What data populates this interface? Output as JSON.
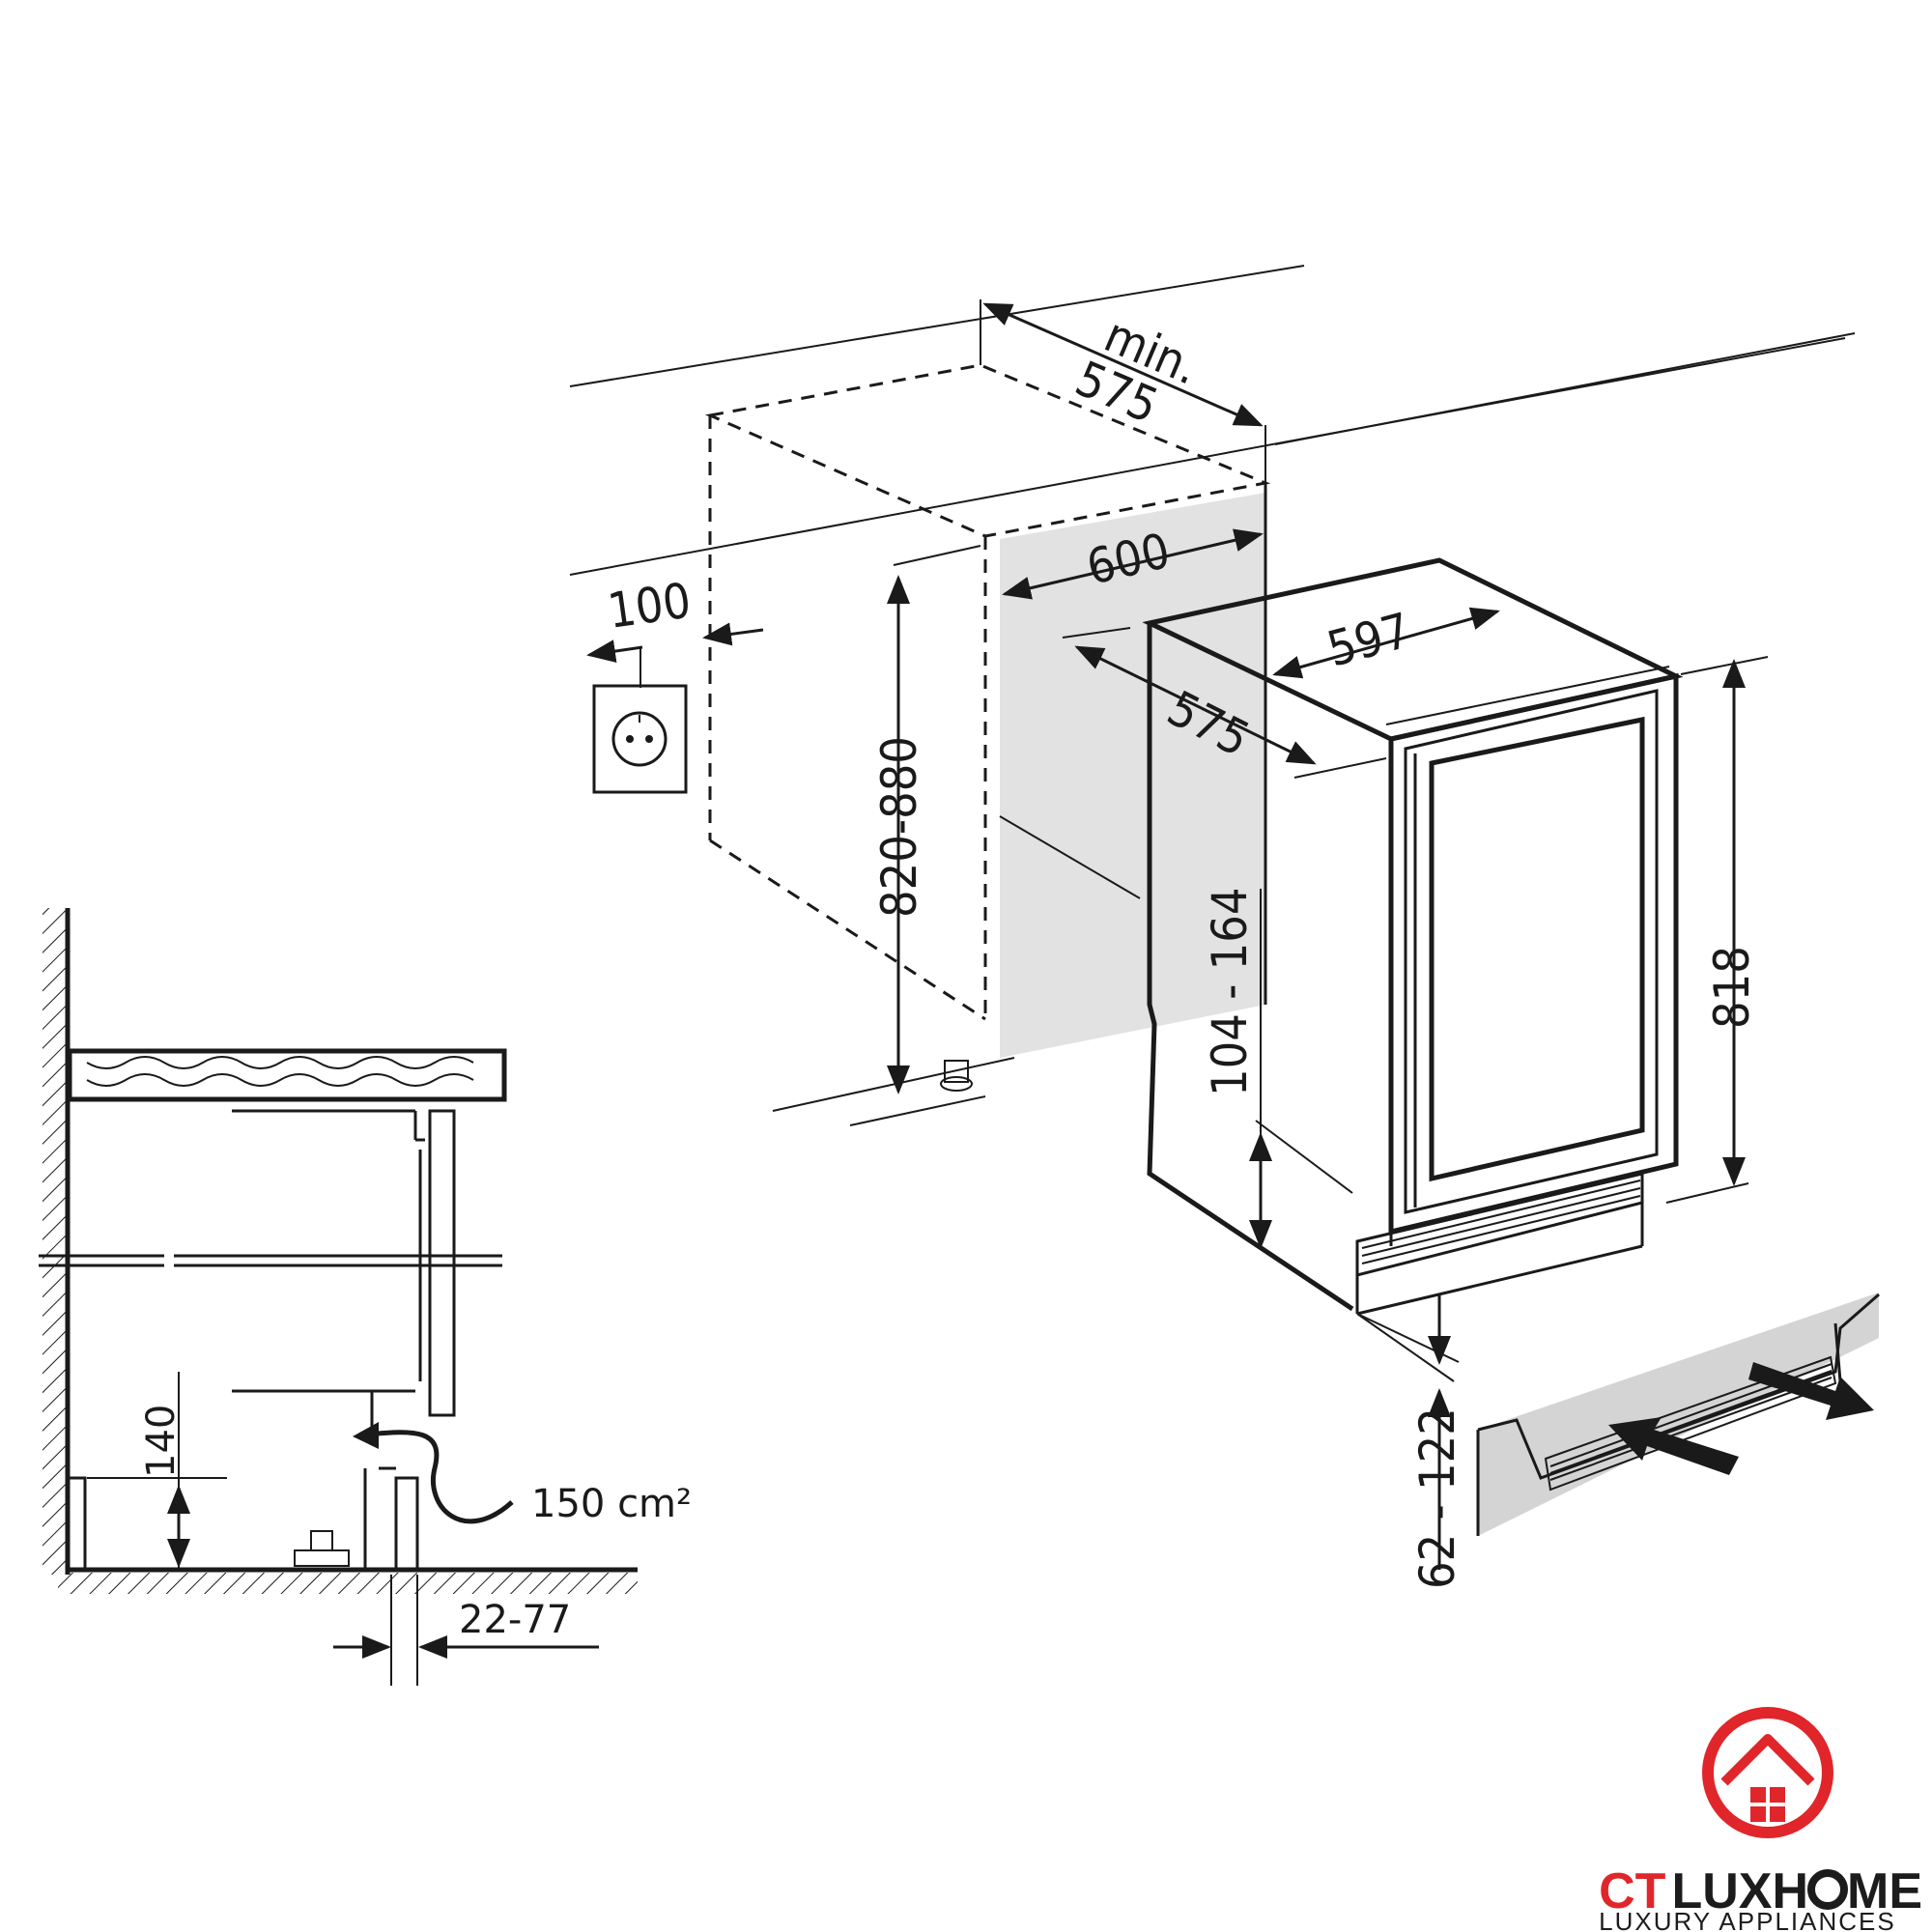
{
  "diagram": {
    "labels": {
      "depth_min_line1": "min.",
      "depth_min_line2": "575",
      "niche_width": "600",
      "socket_offset": "100",
      "niche_height": "820-880",
      "unit_width": "597",
      "unit_depth": "575",
      "plinth_range": "104 - 164",
      "unit_height": "818",
      "foot_range": "62 - 122",
      "vent_clearance": "140",
      "vent_area": "150 cm²",
      "plinth_setback": "22-77"
    }
  },
  "brand": {
    "name_red": "CT",
    "name_dark_a": "LUXH",
    "name_dark_b": "ME",
    "tagline": "LUXURY APPLIANCES",
    "colors": {
      "red": "#e0262a",
      "dark": "#1c1c1c"
    }
  }
}
